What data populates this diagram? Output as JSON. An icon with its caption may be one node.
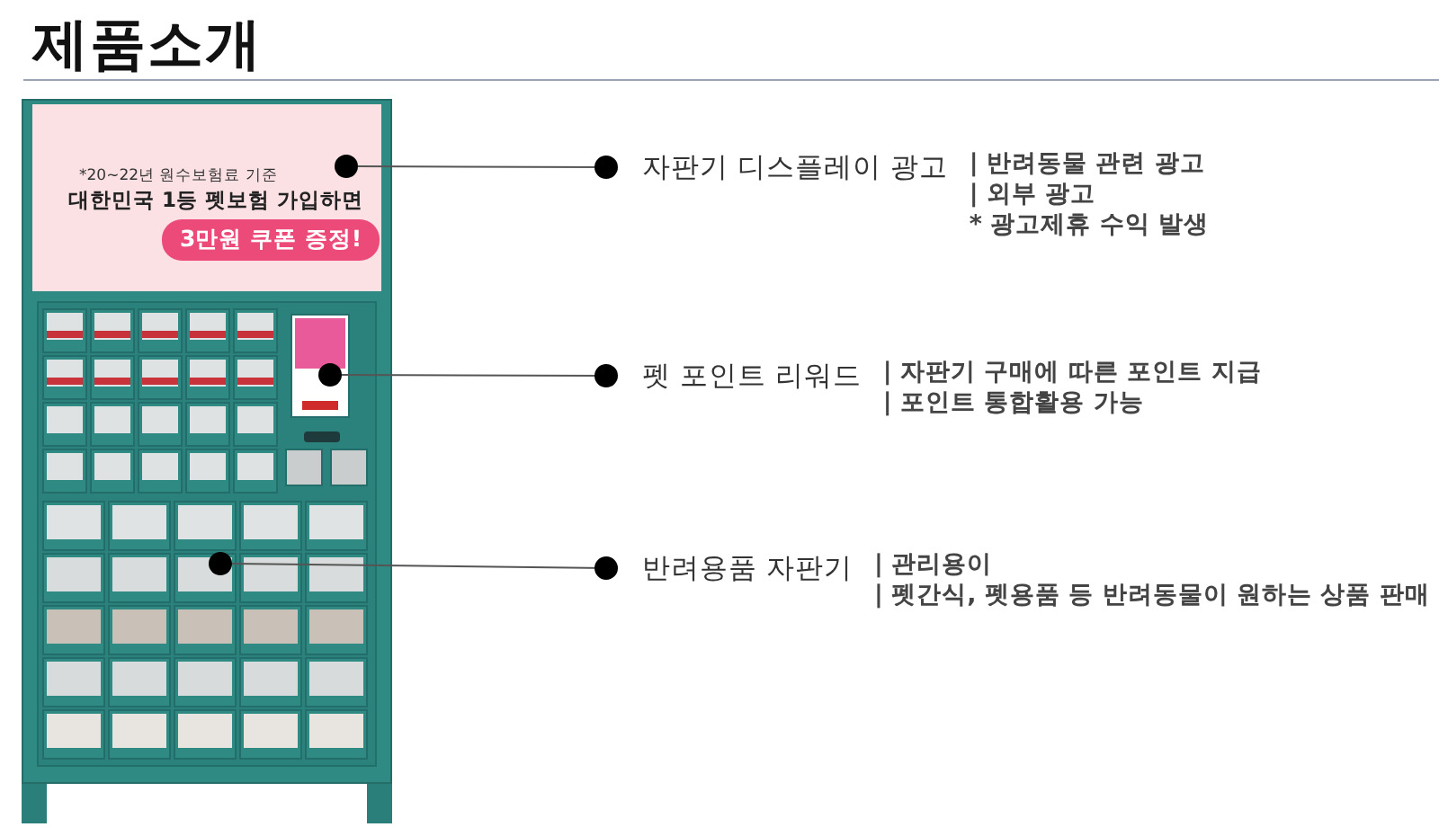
{
  "diagram": {
    "title": "제품소개",
    "nodes": [
      {
        "text": [],
        "shape": "picture"
      },
      {
        "text": [],
        "shape": "circle",
        "in": 0
      },
      {
        "text": [],
        "shape": "circle",
        "in": 0
      },
      {
        "text": [],
        "shape": "circle",
        "in": 0
      },
      {
        "text": [
          "자판기 디스플레이 광고"
        ],
        "beside": [
          "| 반려동물 관련 광고",
          "| 외부 광고",
          "* 광고제휴 수익 발생"
        ]
      },
      {
        "text": [
          "펫 포인트 리워드"
        ],
        "beside": [
          "| 자판기 구매에 따른 포인트 지급",
          "| 포인트 통합활용 가능"
        ]
      },
      {
        "text": [
          "반려용품 자판기"
        ],
        "beside": [
          "| 관리용이",
          "| 펫간식, 펫용품 등 반려동물이 원하는 상품 판매"
        ]
      }
    ],
    "edges": [
      {
        "from": 4,
        "to": 1,
        "arrow": "other"
      },
      {
        "from": 5,
        "to": 2,
        "arrow": "other"
      },
      {
        "from": 6,
        "to": 3,
        "arrow": "other"
      }
    ],
    "labels": [
      "*20~22년 원수보험료 기준",
      "대한민국 1등 펫보험 가입하면",
      "3만원 쿠폰 증정!"
    ]
  }
}
